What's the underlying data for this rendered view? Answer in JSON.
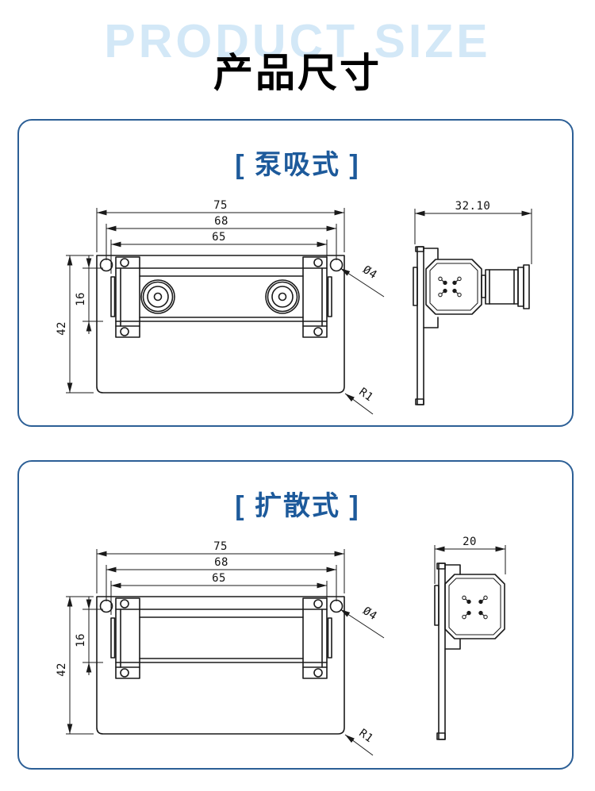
{
  "header": {
    "watermark": "PRODUCT SIZE",
    "title": "产品尺寸"
  },
  "colors": {
    "accent_blue": "#1d5a9b",
    "panel_border": "#2c5f96",
    "watermark_blue": "#d3e8f7",
    "line_color": "#1a1a1a"
  },
  "panels": [
    {
      "id": "pump",
      "title": "[ 泵吸式 ]",
      "front_view": {
        "dim_width_overall": "75",
        "dim_width_holes": "68",
        "dim_width_inner": "65",
        "dim_height_overall": "42",
        "dim_height_inner": "16",
        "hole_diameter": "Ø4",
        "corner_radius": "R1"
      },
      "side_view": {
        "dim_depth": "32.10"
      }
    },
    {
      "id": "diffusion",
      "title": "[ 扩散式 ]",
      "front_view": {
        "dim_width_overall": "75",
        "dim_width_holes": "68",
        "dim_width_inner": "65",
        "dim_height_overall": "42",
        "dim_height_inner": "16",
        "hole_diameter": "Ø4",
        "corner_radius": "R1"
      },
      "side_view": {
        "dim_depth": "20"
      }
    }
  ]
}
